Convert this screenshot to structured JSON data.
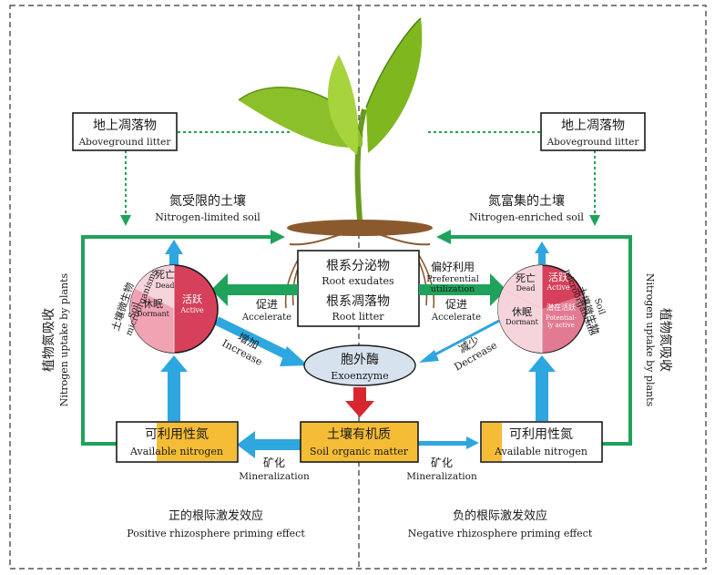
{
  "colors": {
    "green": "#1fa35b",
    "blue": "#2ea6e0",
    "red": "#d8262f",
    "yellow": "#f5bd35",
    "pie_dark": "#d6405a",
    "pie_light": "#f1a3b4",
    "exoenzyme_fill": "#d6e2ee"
  },
  "aboveground_litter": {
    "cn": "地上凋落物",
    "en": "Aboveground litter"
  },
  "nitrogen_limited_soil": {
    "cn": "氮受限的土壤",
    "en": "Nitrogen-limited soil"
  },
  "nitrogen_enriched_soil": {
    "cn": "氮富集的土壤",
    "en": "Nitrogen-enriched soil"
  },
  "root_box": {
    "exudates_cn": "根系分泌物",
    "exudates_en": "Root exudates",
    "litter_cn": "根系凋落物",
    "litter_en": "Root litter"
  },
  "preferential_utilization": {
    "cn": "偏好利用",
    "en_line1": "Preferential",
    "en_line2": "utilization"
  },
  "accelerate_left": {
    "cn": "促进",
    "en": "Accelerate"
  },
  "accelerate_right": {
    "cn": "促进",
    "en": "Accelerate"
  },
  "increase": {
    "cn": "增加",
    "en": "Increase"
  },
  "decrease": {
    "cn": "减少",
    "en": "Decrease"
  },
  "exoenzyme": {
    "cn": "胞外酶",
    "en": "Exoenzyme"
  },
  "soil_organic_matter": {
    "cn": "土壤有机质",
    "en": "Soil organic matter"
  },
  "available_nitrogen_left": {
    "cn": "可利用性氮",
    "en": "Available nitrogen"
  },
  "available_nitrogen_right": {
    "cn": "可利用性氮",
    "en": "Available nitrogen"
  },
  "mineralization_left": {
    "cn": "矿化",
    "en": "Mineralization"
  },
  "mineralization_right": {
    "cn": "矿化",
    "en": "Mineralization"
  },
  "uptake": {
    "cn": "植物氮吸收",
    "en": "Nitrogen uptake by plants"
  },
  "microbes_label": {
    "cn": "土壤微生物",
    "en_line1": "Soil",
    "en_line2": "microorganisms"
  },
  "pie_left": {
    "dead_cn": "死亡",
    "dead_en": "Dead",
    "dormant_cn": "休眠",
    "dormant_en": "Dormant",
    "active_cn": "活跃",
    "active_en": "Active"
  },
  "pie_right": {
    "dead_cn": "死亡",
    "dead_en": "Dead",
    "active_cn": "活跃",
    "active_en": "Active",
    "dormant_cn": "休眠",
    "dormant_en": "Dormant",
    "potential_cn": "潜在活跃",
    "potential_en_line1": "Potential-",
    "potential_en_line2": "ly active"
  },
  "positive_effect": {
    "cn": "正的根际激发效应",
    "en": "Positive rhizosphere priming effect"
  },
  "negative_effect": {
    "cn": "负的根际激发效应",
    "en": "Negative rhizosphere priming effect"
  }
}
